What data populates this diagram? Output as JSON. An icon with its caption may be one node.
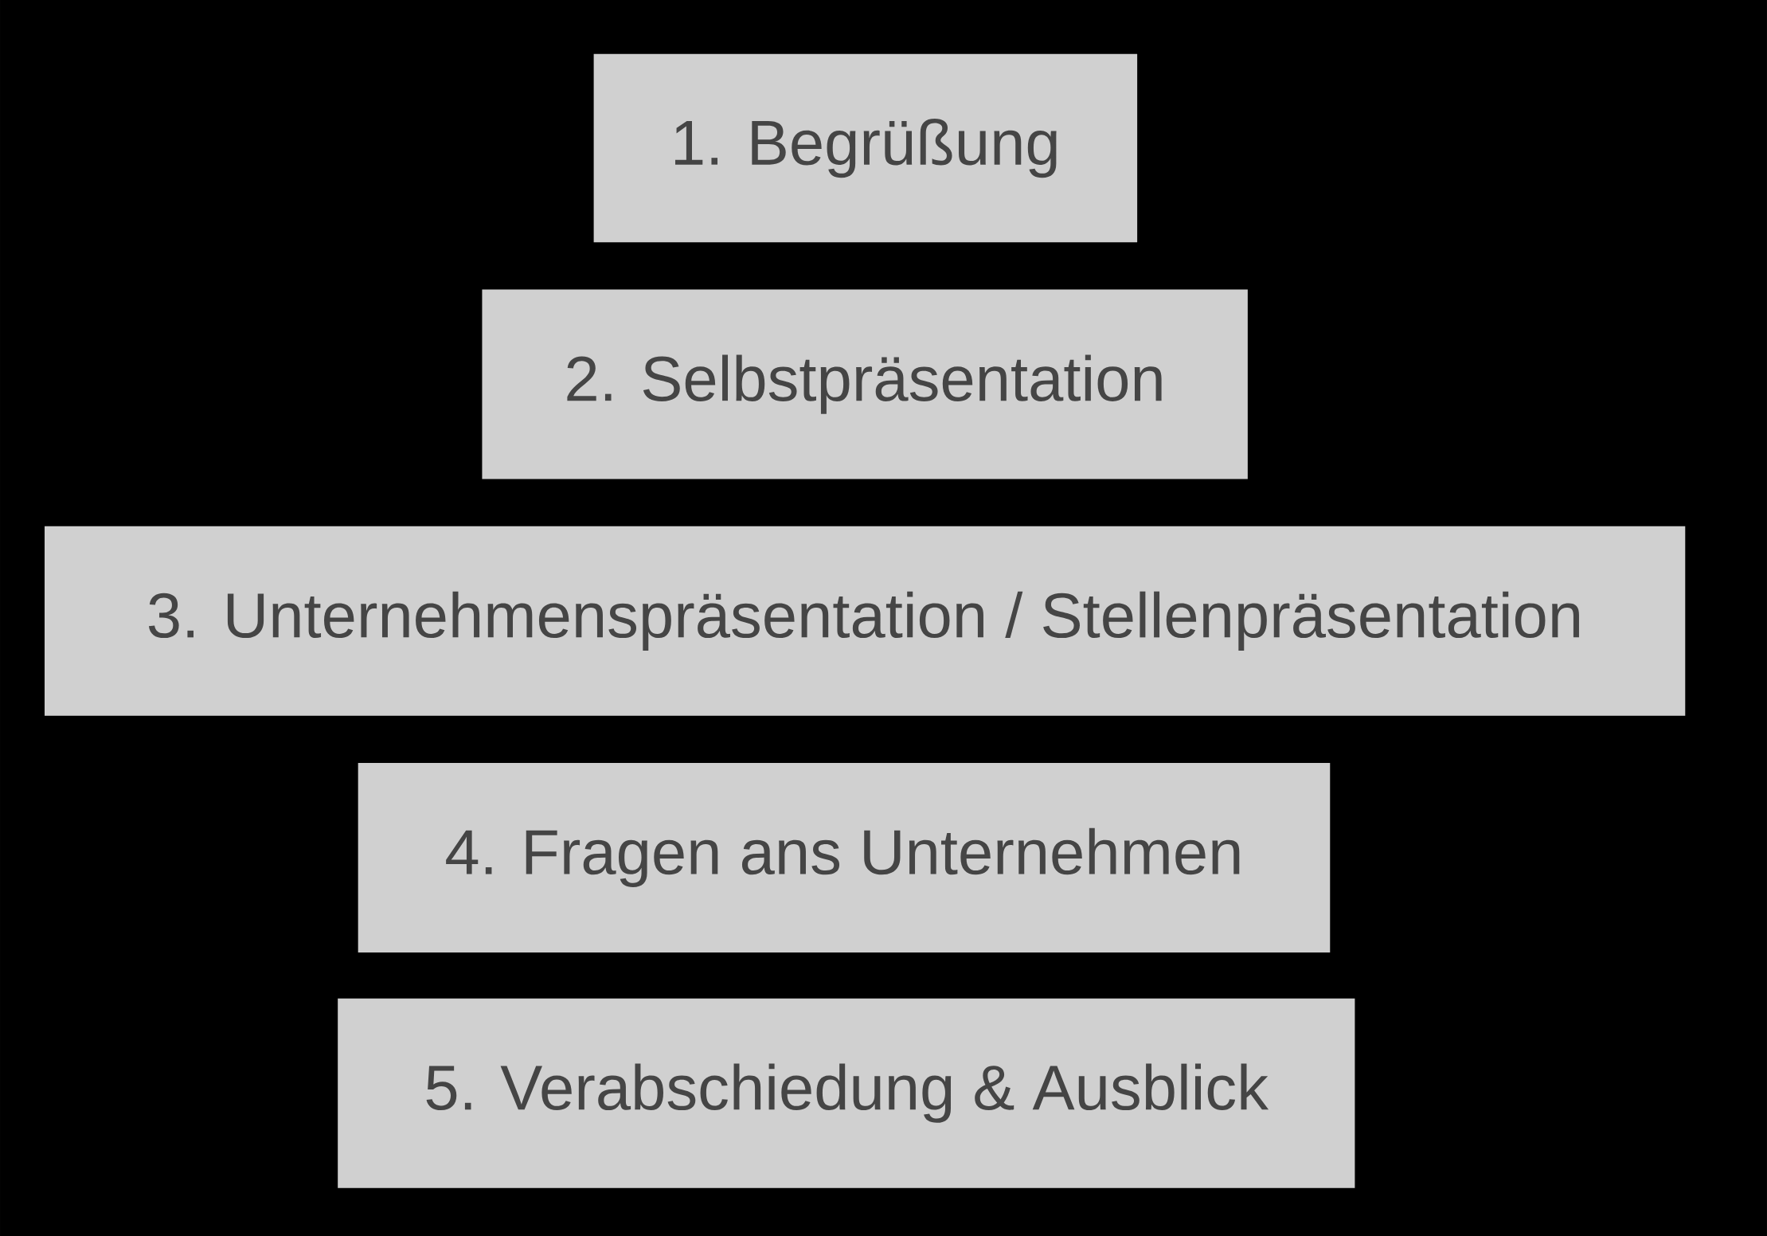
{
  "diagram": {
    "nodes": [
      {
        "text": [
          "1. Begrüßung"
        ]
      },
      {
        "text": [
          "2. Selbstpräsentation"
        ]
      },
      {
        "text": [
          "3. Unternehmenspräsentation / Stellenpräsentation"
        ]
      },
      {
        "text": [
          "4. Fragen ans Unternehmen"
        ]
      },
      {
        "text": [
          "5. Verabschiedung & Ausblick"
        ]
      }
    ]
  }
}
